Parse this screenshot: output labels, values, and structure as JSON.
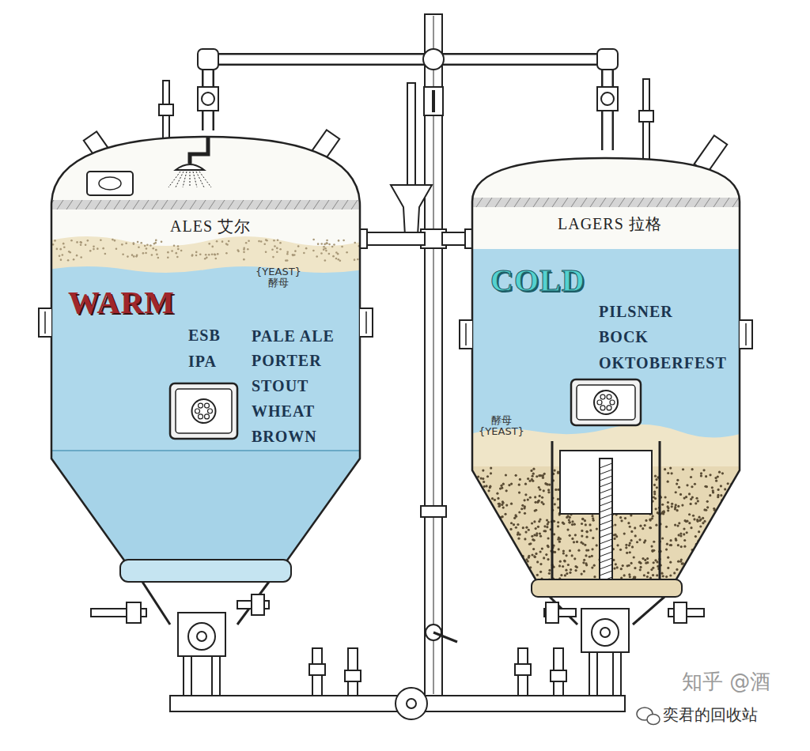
{
  "diagram": {
    "nodes": [
      {
        "text": [
          "ALES 艾尔",
          "{YEAST} 酵母",
          "WARM",
          "ESB",
          "PALE ALE",
          "IPA",
          "PORTER",
          "STOUT",
          "WHEAT",
          "BROWN"
        ]
      },
      {
        "text": [
          "LAGERS 拉格",
          "COLD",
          "PILSNER",
          "BOCK",
          "OKTOBERFEST",
          "酵母 {YEAST}"
        ]
      }
    ],
    "edges": [
      {
        "from": 0,
        "to": 1,
        "arrow": "none"
      }
    ],
    "labels": [
      "知乎 @酒",
      "奕君的回收站"
    ]
  }
}
